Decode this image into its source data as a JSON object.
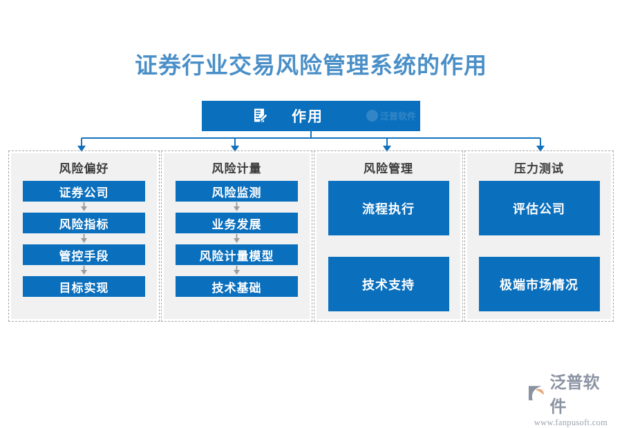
{
  "title": "证券行业交易风险管理系统的作用",
  "root": {
    "label": "作用",
    "icon": "document-edit-icon",
    "watermark": "泛普软件"
  },
  "colors": {
    "title": "#4a8fc7",
    "box_blue": "#0a6fbd",
    "panel_gray": "#f1f1f1",
    "panel_border": "#a6a6a6",
    "heading_text": "#3b3b3b",
    "connector": "#1271bd"
  },
  "columns": [
    {
      "heading": "风险偏好",
      "style": "small",
      "items": [
        {
          "label": "证券公司"
        },
        {
          "label": "风险指标"
        },
        {
          "label": "管控手段"
        },
        {
          "label": "目标实现"
        }
      ]
    },
    {
      "heading": "风险计量",
      "style": "small",
      "items": [
        {
          "label": "风险监测"
        },
        {
          "label": "业务发展"
        },
        {
          "label": "风险计量模型"
        },
        {
          "label": "技术基础"
        }
      ]
    },
    {
      "heading": "风险管理",
      "style": "large",
      "items": [
        {
          "label": "流程执行"
        },
        {
          "label": "技术支持"
        }
      ]
    },
    {
      "heading": "压力测试",
      "style": "large",
      "items": [
        {
          "label": "评估公司"
        },
        {
          "label": "极端市场情况"
        }
      ]
    }
  ],
  "logo": {
    "name": "泛普软件",
    "url": "www.fanpusoft.com"
  }
}
